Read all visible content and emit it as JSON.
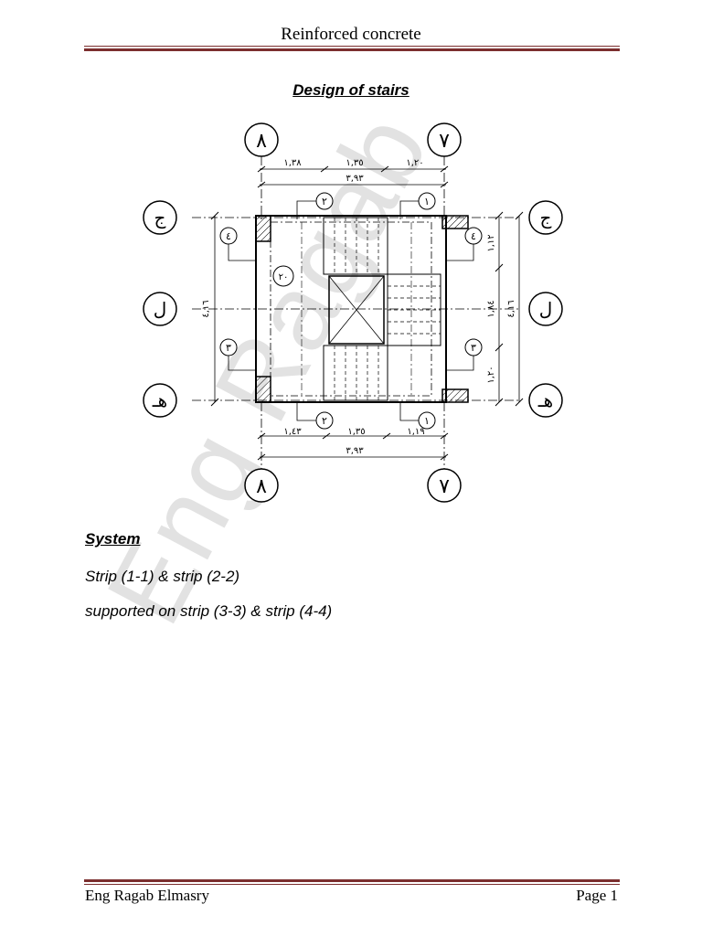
{
  "header": {
    "title": "Reinforced concrete"
  },
  "document": {
    "heading": "Design of stairs"
  },
  "drawing": {
    "axis_labels": {
      "top_left": "٨",
      "top_right": "٧",
      "row_top": "ج",
      "row_mid": "ل",
      "row_bottom": "هـ"
    },
    "strip_markers": {
      "s1": "١",
      "s2": "٢",
      "s3": "٣",
      "s4": "٤",
      "s20": "٢٠"
    },
    "dims_top": [
      "١,٣٨",
      "١,٣٥",
      "١,٢٠"
    ],
    "dims_top_total": "٣,٩٣",
    "dims_bottom": [
      "١,٤٣",
      "١,٣٥",
      "١,١٩"
    ],
    "dims_bottom_total": "٣,٩٣",
    "dims_left_total": "٤,١٦",
    "dims_right": [
      "١,١٢",
      "١,٨٤",
      "١,٢٠"
    ],
    "dims_right_total": "٤,١٦"
  },
  "watermark": {
    "text": "Eng Ragab"
  },
  "system": {
    "heading": "System",
    "line1": "Strip (1-1)  & strip (2-2)",
    "line2": "supported on strip (3-3) & strip (4-4)"
  },
  "footer": {
    "author": "Eng Ragab Elmasry",
    "page": "Page 1"
  }
}
